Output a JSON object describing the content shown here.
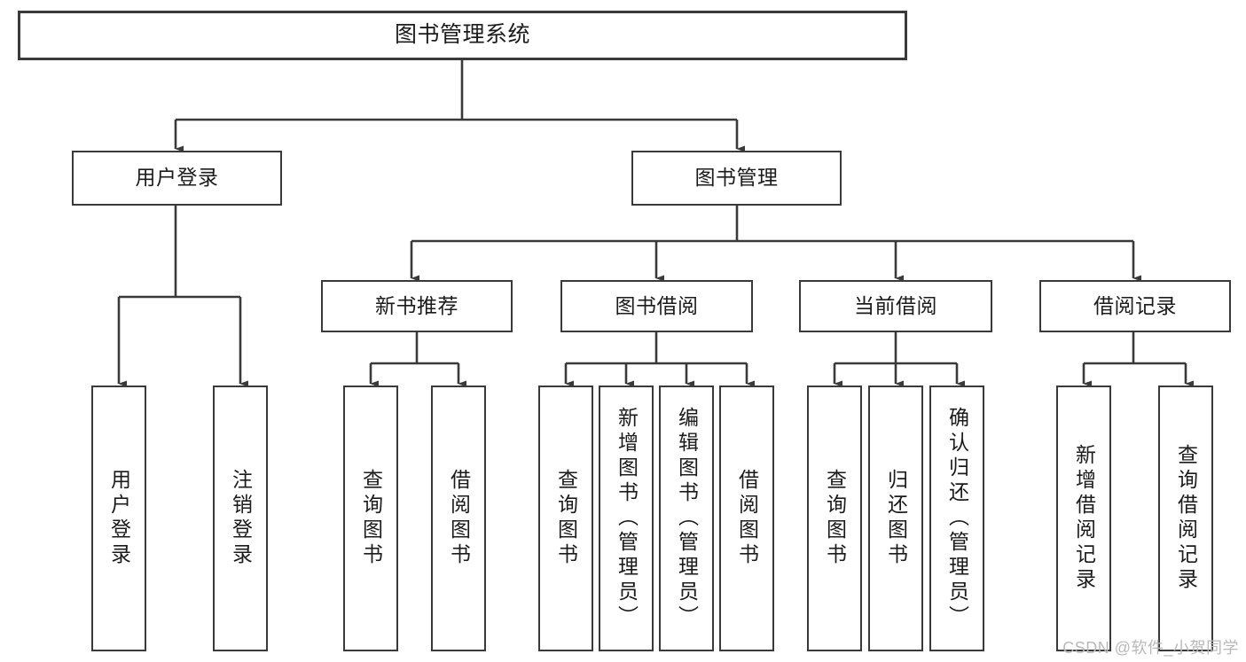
{
  "diagram": {
    "title_node": {
      "id": "root",
      "label": "图书管理系统"
    },
    "level1": [
      {
        "id": "user-login",
        "label": "用户登录"
      },
      {
        "id": "book-manage",
        "label": "图书管理"
      }
    ],
    "level2": [
      {
        "id": "new-book-rec",
        "label": "新书推荐"
      },
      {
        "id": "book-borrow",
        "label": "图书借阅"
      },
      {
        "id": "current-borrow",
        "label": "当前借阅"
      },
      {
        "id": "borrow-record",
        "label": "借阅记录"
      }
    ],
    "leaves": {
      "user_login": [
        {
          "id": "leaf-user-login",
          "label": "用户登录"
        },
        {
          "id": "leaf-logout",
          "label": "注销登录"
        }
      ],
      "new_book_rec": [
        {
          "id": "leaf-query-book-1",
          "label": "查询图书"
        },
        {
          "id": "leaf-borrow-book-1",
          "label": "借阅图书"
        }
      ],
      "book_borrow": [
        {
          "id": "leaf-query-book-2",
          "label": "查询图书"
        },
        {
          "id": "leaf-add-book",
          "label": "新增图书（管理员）"
        },
        {
          "id": "leaf-edit-book",
          "label": "编辑图书（管理员）"
        },
        {
          "id": "leaf-borrow-book-2",
          "label": "借阅图书"
        }
      ],
      "current_borrow": [
        {
          "id": "leaf-query-book-3",
          "label": "查询图书"
        },
        {
          "id": "leaf-return-book",
          "label": "归还图书"
        },
        {
          "id": "leaf-confirm-return",
          "label": "确认归还（管理员）"
        }
      ],
      "borrow_record": [
        {
          "id": "leaf-add-record",
          "label": "新增借阅记录"
        },
        {
          "id": "leaf-query-record",
          "label": "查询借阅记录"
        }
      ]
    },
    "watermark": "CSDN @软件_小贺同学",
    "colors": {
      "stroke": "#3a3a3a",
      "background": "#ffffff",
      "text": "#1b1b1b",
      "watermark": "#b9b9b9"
    }
  }
}
